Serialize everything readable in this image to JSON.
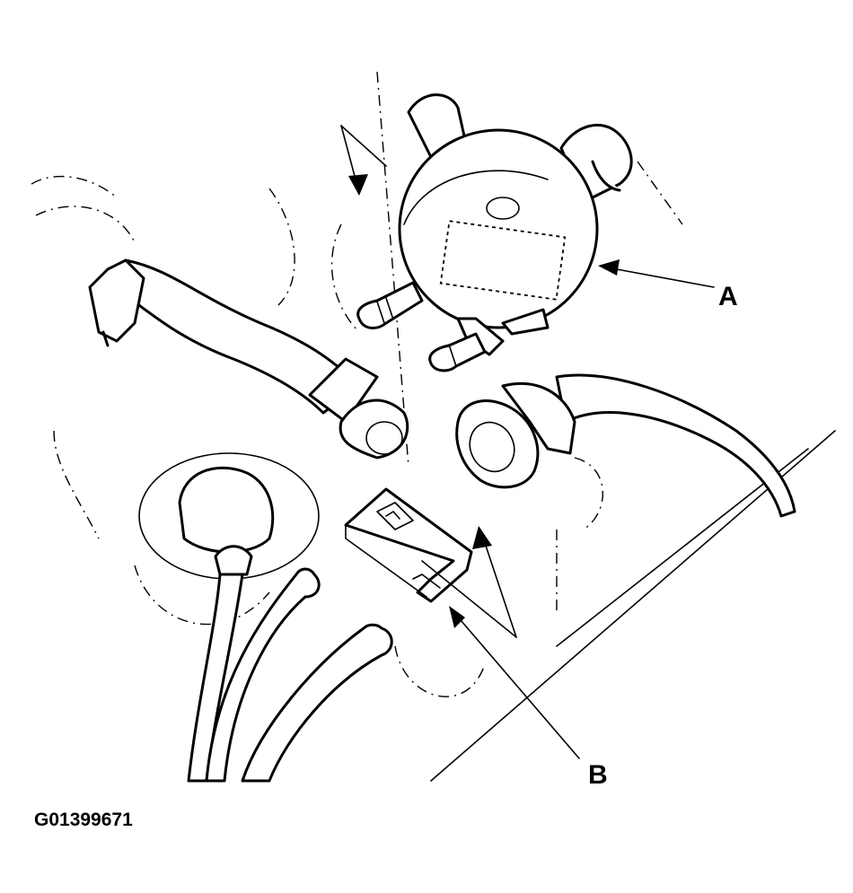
{
  "callouts": {
    "a": "A",
    "b": "B"
  },
  "figure_id": "G01399671"
}
